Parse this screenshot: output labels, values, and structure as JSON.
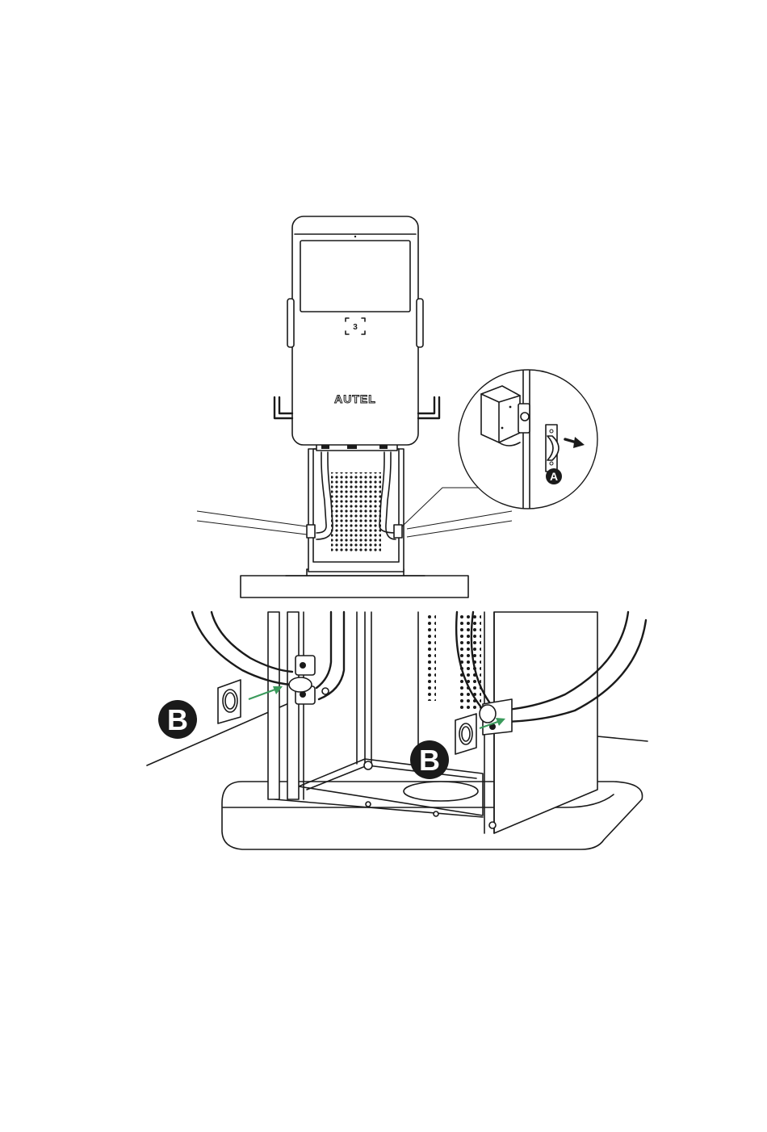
{
  "brand": "AUTEL",
  "qr_label": "3",
  "labels": {
    "a": "A",
    "b_left": "B",
    "b_right": "B"
  },
  "colors": {
    "line": "#1a1a1a",
    "arrow_green": "#3a9a5b",
    "background": "#ffffff"
  },
  "icons": {
    "arrow": "arrow-right-icon",
    "qr": "qr-code-icon"
  }
}
